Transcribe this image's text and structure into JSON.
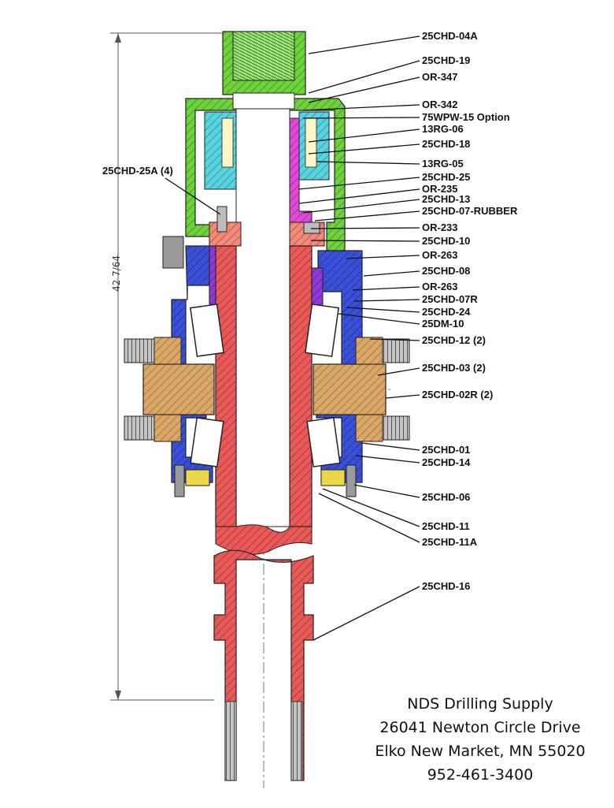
{
  "diagram": {
    "dimension_label": "42  7/64",
    "callouts": [
      "25CHD-04A",
      "25CHD-19",
      "OR-347",
      "OR-342",
      "75WPW-15  Option",
      "13RG-06",
      "25CHD-18",
      "13RG-05",
      "25CHD-25",
      "OR-235",
      "25CHD-13",
      "25CHD-07-RUBBER",
      "OR-233",
      "25CHD-10",
      "OR-263",
      "25CHD-08",
      "OR-263",
      "25CHD-07R",
      "25CHD-24",
      "25DM-10",
      "25CHD-12  (2)",
      "25CHD-03  (2)",
      "25CHD-02R  (2)",
      "25CHD-01",
      "25CHD-14",
      "25CHD-06",
      "25CHD-11",
      "25CHD-11A",
      "25CHD-16"
    ],
    "left_callout": "25CHD-25A (4)",
    "colors": {
      "housing_green": "#6fd13c",
      "seal_cyan": "#59d3e0",
      "packing_magenta": "#e04ad6",
      "purple": "#8d3ad9",
      "blue": "#3a4fd8",
      "salmon": "#f08a7a",
      "spindle_red": "#e85a5a",
      "tan": "#d9a868",
      "yellow": "#e8d84a"
    }
  },
  "company": {
    "name": "NDS Drilling Supply",
    "street": "26041 Newton Circle Drive",
    "city": "Elko New Market, MN 55020",
    "phone": "952-461-3400"
  }
}
